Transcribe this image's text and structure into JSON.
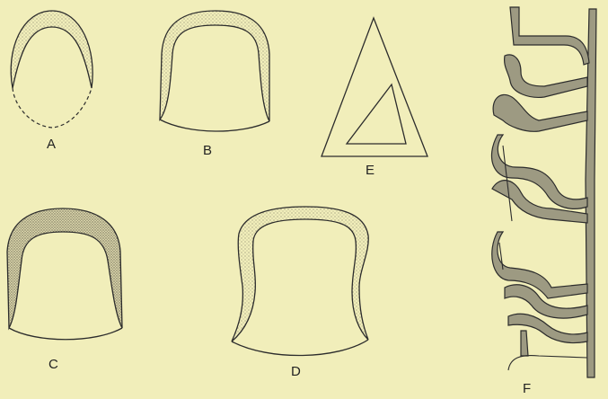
{
  "figure": {
    "labels": {
      "a": "A",
      "b": "B",
      "c": "C",
      "d": "D",
      "e": "E",
      "f": "F"
    },
    "colors": {
      "paper": "#f1eeba",
      "ink": "#2c2c2c",
      "stipple": "#b9b59a",
      "thick_fill": "#9d9a82"
    }
  }
}
